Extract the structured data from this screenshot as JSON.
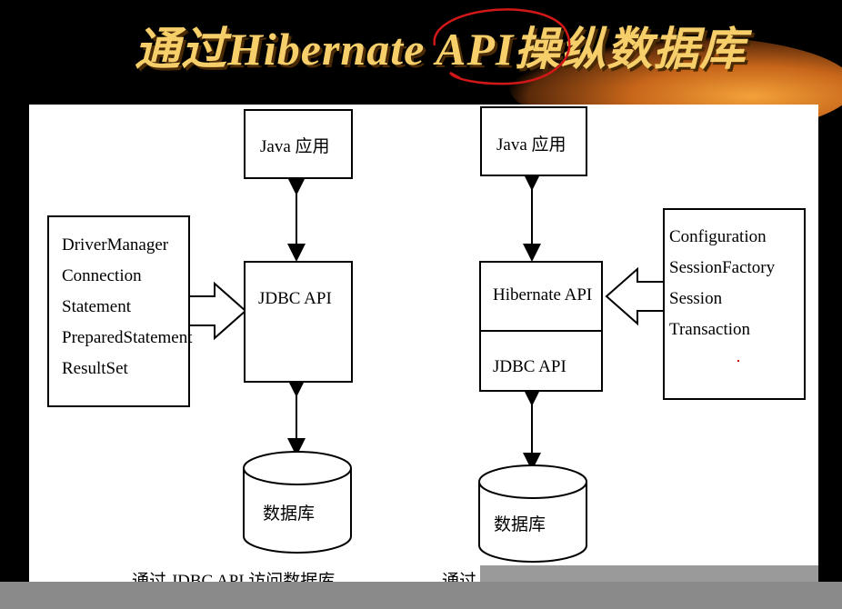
{
  "slide": {
    "title": "通过Hibernate API操纵数据库"
  },
  "left_diagram": {
    "app_label": "Java 应用",
    "api_label": "JDBC API",
    "db_label": "数据库",
    "classes": [
      "DriverManager",
      "Connection",
      "Statement",
      "PreparedStatement",
      "ResultSet"
    ],
    "caption": "通过 JDBC API 访问数据库"
  },
  "right_diagram": {
    "app_label": "Java 应用",
    "hibernate_label": "Hibernate API",
    "jdbc_label": "JDBC API",
    "db_label": "数据库",
    "classes": [
      "Configuration",
      "SessionFactory",
      "Session",
      "Transaction"
    ],
    "caption": "通过"
  },
  "colors": {
    "title": "#f6cf6a",
    "title_shadow": "#4a2a05",
    "background": "#000000",
    "panel": "#ffffff",
    "mark": "#d01818"
  }
}
